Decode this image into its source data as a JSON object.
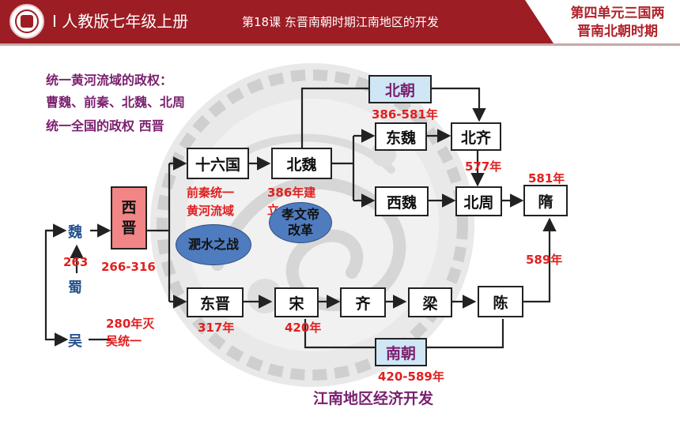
{
  "header": {
    "book_title": "I 人教版七年级上册",
    "lesson_title": "第18课 东晋南朝时期江南地区的开发",
    "unit_line1": "第四单元三国两",
    "unit_line2": "晋南北朝时期"
  },
  "notes": {
    "line1": "统一黄河流域的政权：",
    "line2": "曹魏、前秦、北魏、北周",
    "line3": "统一全国的政权 西晋"
  },
  "three_kingdoms": {
    "wei": "魏",
    "shu": "蜀",
    "wu": "吴",
    "year_263": "263",
    "wu_year1": "280年灭",
    "wu_year2": "吴统一"
  },
  "xijin": {
    "char1": "西",
    "char2": "晋",
    "years": "266-316"
  },
  "north": {
    "shiliuguo": "十六国",
    "qianqin1": "前秦统一",
    "qianqin2": "黄河流域",
    "feishui": "淝水之战",
    "beiwei": "北魏",
    "beiwei_year1": "386年建",
    "beiwei_year2": "立",
    "xiaowen1": "孝文帝",
    "xiaowen2": "改革",
    "beichao": "北朝",
    "beichao_years": "386-581年",
    "dongwei": "东魏",
    "xiwei": "西魏",
    "beiqi": "北齐",
    "beizhou": "北周",
    "year_577": "577年",
    "sui": "隋",
    "year_581": "581年",
    "year_589": "589年"
  },
  "south": {
    "dongjin": "东晋",
    "dongjin_year": "317年",
    "song": "宋",
    "song_year": "420年",
    "qi": "齐",
    "liang": "梁",
    "chen": "陈",
    "nanchao": "南朝",
    "nanchao_years": "420-589年",
    "jiangnan": "江南地区经济开发"
  },
  "colors": {
    "header_bg": "#9c1d24",
    "note_purple": "#7a1f6e",
    "year_red": "#e02020",
    "kingdom_blue": "#24528f",
    "xijin_fill": "#f28585",
    "chao_fill": "#cfe6f5",
    "ellipse_fill": "#4f7cbf"
  }
}
